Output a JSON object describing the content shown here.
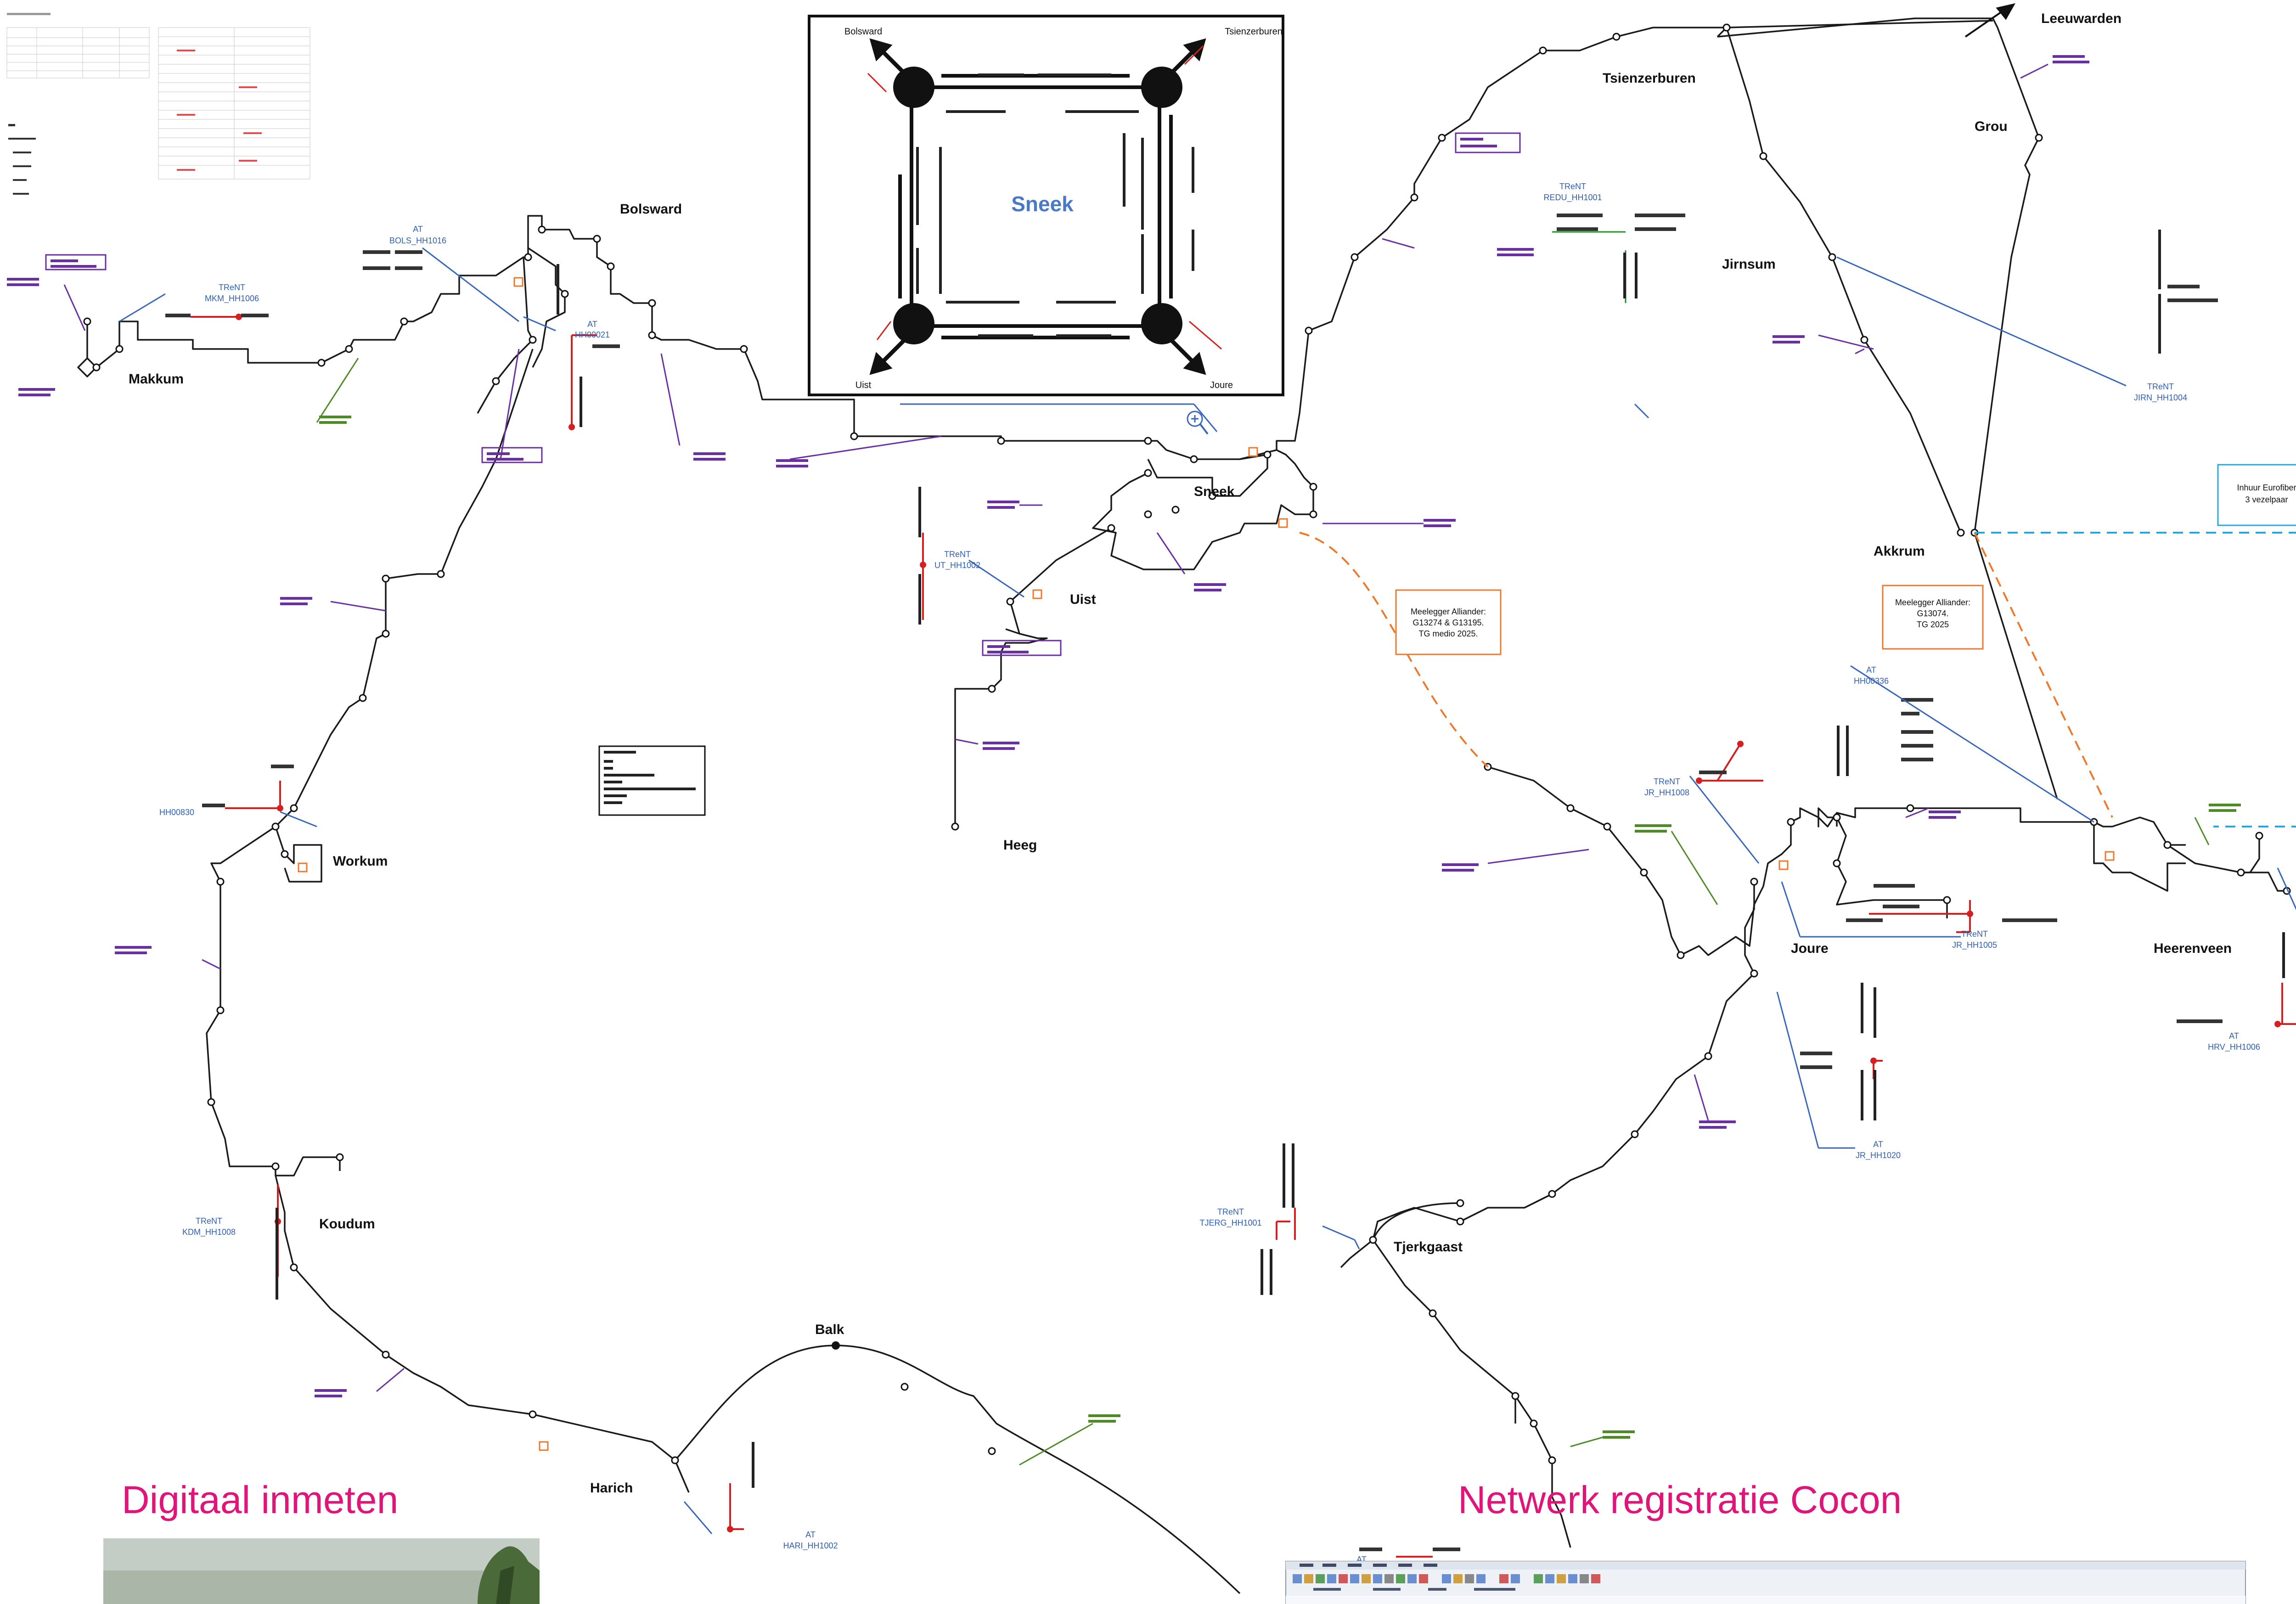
{
  "places": {
    "leeuwarden": "Leeuwarden",
    "tsienzerburen": "Tsienzerburen",
    "grou": "Grou",
    "bolsward": "Bolsward",
    "makkum": "Makkum",
    "sneek": "Sneek",
    "uist": "Uist",
    "heeg": "Heeg",
    "jirnsum": "Jirnsum",
    "akkrum": "Akkrum",
    "joure": "Joure",
    "heerenveen": "Heerenveen",
    "workum": "Workum",
    "koudum": "Koudum",
    "balk": "Balk",
    "harich": "Harich",
    "tjerkgaast": "Tjerkgaast"
  },
  "node_labels": {
    "mkm": [
      "TReNT",
      "MKM_HH1006"
    ],
    "bols": [
      "AT",
      "BOLS_HH1016"
    ],
    "hh00021": [
      "AT",
      "HH00021"
    ],
    "redu": [
      "TReNT",
      "REDU_HH1001"
    ],
    "jirn": [
      "TReNT",
      "JIRN_HH1004"
    ],
    "ut": [
      "TReNT",
      "UT_HH1002"
    ],
    "hh00336": [
      "AT",
      "HH00336"
    ],
    "jr1008": [
      "TReNT",
      "JR_HH1008"
    ],
    "jr1005": [
      "TReNT",
      "JR_HH1005"
    ],
    "hrv": [
      "AT",
      "HRV_HH1006"
    ],
    "jr1020": [
      "AT",
      "JR_HH1020"
    ],
    "hh00830": [
      "HH00830"
    ],
    "kdm": [
      "TReNT",
      "KDM_HH1008"
    ],
    "tjerg": [
      "TReNT",
      "TJERG_HH1001"
    ],
    "hari": [
      "AT",
      "HARI_HH1002"
    ],
    "bottom_at": [
      "AT"
    ]
  },
  "boxes": {
    "inhuur": [
      "Inhuur Eurofiber",
      "3 vezelpaar"
    ],
    "meelegger1": [
      "Meelegger Alliander:",
      "G13274 & G13195.",
      "TG medio 2025."
    ],
    "meelegger2": [
      "Meelegger Alliander:",
      "G13074.",
      "TG 2025"
    ]
  },
  "inset": {
    "title": "Sneek",
    "corners": {
      "bolsward": "Bolsward",
      "tsienzerburen": "Tsienzerburen",
      "uist": "Uist",
      "joure": "Joure"
    }
  },
  "headings": {
    "left": "Digitaal inmeten",
    "right": "Netwerk registratie Cocon"
  },
  "colors": {
    "route": "#111111",
    "node_label": "#2f5fb0",
    "annotation_purple": "#6a2fa0",
    "annotation_green": "#4e8a26",
    "splice": "#d42020",
    "dashed_orange": "#ec7a2e",
    "dashed_cyan": "#29a8d8",
    "heading": "#e0157a"
  }
}
